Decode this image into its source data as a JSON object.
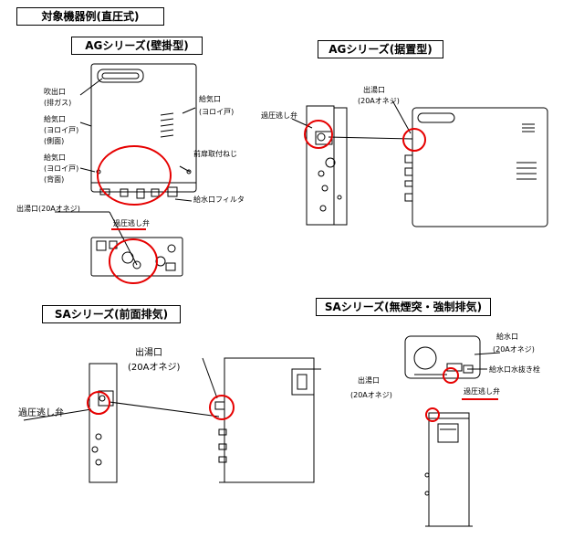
{
  "title": "対象機器例(直圧式)",
  "panels": {
    "ag_wall": {
      "heading": "AGシリーズ(壁掛型)",
      "labels": {
        "exhaust": "吹出口",
        "exhaust_sub": "(排ガス)",
        "intake_side": "給気口",
        "intake_side_sub1": "(ヨロイ戸)",
        "intake_side_sub2": "(側面)",
        "intake_back": "給気口",
        "intake_back_sub1": "(ヨロイ戸)",
        "intake_back_sub2": "(背面)",
        "intake_front": "給気口",
        "intake_front_sub": "(ヨロイ戸)",
        "front_screw": "前扉取付ねじ",
        "water_filter": "給水口フィルタ",
        "hot_outlet": "出湯口(20Aオネジ)",
        "relief_valve": "過圧逃し弁"
      }
    },
    "ag_floor": {
      "heading": "AGシリーズ(据置型)",
      "labels": {
        "hot_outlet": "出湯口",
        "hot_outlet_sub": "(20Aオネジ)",
        "relief_valve": "過圧逃し弁"
      }
    },
    "sa_front": {
      "heading": "SAシリーズ(前面排気)",
      "labels": {
        "hot_outlet": "出湯口",
        "hot_outlet_sub": "(20Aオネジ)",
        "relief_valve": "過圧逃し弁"
      }
    },
    "sa_forced": {
      "heading": "SAシリーズ(無煙突・強制排気)",
      "labels": {
        "water_inlet": "給水口",
        "water_inlet_sub": "(20Aオネジ)",
        "drain_plug": "給水口水抜き栓",
        "hot_outlet": "出湯口",
        "hot_outlet_sub": "(20Aオネジ)",
        "relief_valve": "過圧逃し弁"
      }
    }
  },
  "colors": {
    "highlight": "#e60000",
    "line": "#000000"
  }
}
